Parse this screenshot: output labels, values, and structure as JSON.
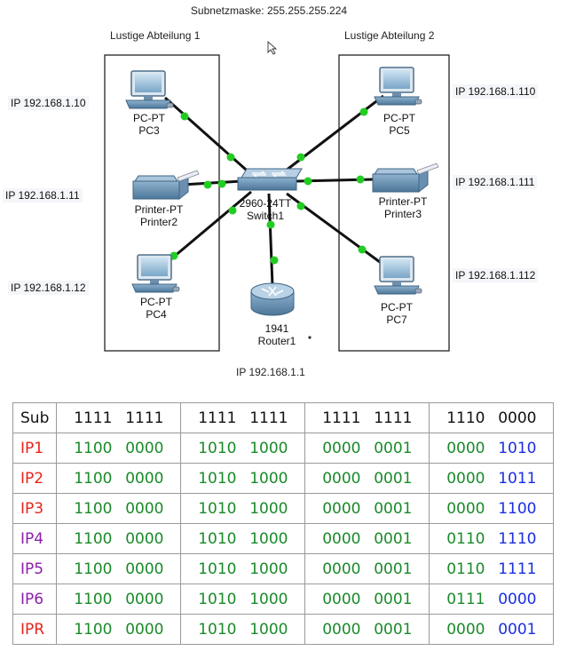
{
  "subnet_mask_label": "Subnetzmaske: 255.255.255.224",
  "departments": [
    {
      "title": "Lustige Abteilung 1"
    },
    {
      "title": "Lustige Abteilung 2"
    }
  ],
  "devices": {
    "pc3": {
      "type": "PC-PT",
      "name": "PC3",
      "ip": "IP 192.168.1.10"
    },
    "printer2": {
      "type": "Printer-PT",
      "name": "Printer2",
      "ip": "IP 192.168.1.11"
    },
    "pc4": {
      "type": "PC-PT",
      "name": "PC4",
      "ip": "IP 192.168.1.12"
    },
    "pc5": {
      "type": "PC-PT",
      "name": "PC5",
      "ip": "IP 192.168.1.110"
    },
    "printer3": {
      "type": "Printer-PT",
      "name": "Printer3",
      "ip": "IP 192.168.1.111"
    },
    "pc7": {
      "type": "PC-PT",
      "name": "PC7",
      "ip": "IP 192.168.1.112"
    },
    "switch1": {
      "type": "2960-24TT",
      "name": "Switch1"
    },
    "router1": {
      "type": "1941",
      "name": "Router1",
      "ip": "IP 192.168.1.1"
    }
  },
  "colors": {
    "link": "#111111",
    "port_up": "#22cc22",
    "red": "#e8231a",
    "purple": "#8b1fa8",
    "green": "#1a8a2a",
    "blue": "#1a2ee0",
    "black": "#111111"
  },
  "binary_table": {
    "rows": [
      {
        "name": "Sub",
        "name_color": "black",
        "octets": [
          [
            "1111",
            "1111"
          ],
          [
            "1111",
            "1111"
          ],
          [
            "1111",
            "1111"
          ],
          [
            "1110",
            "0000"
          ]
        ],
        "color": "black",
        "last_nibble_color": "black"
      },
      {
        "name": "IP1",
        "name_color": "red",
        "octets": [
          [
            "1100",
            "0000"
          ],
          [
            "1010",
            "1000"
          ],
          [
            "0000",
            "0001"
          ],
          [
            "0000",
            "1010"
          ]
        ],
        "color": "green",
        "last_nibble_color": "blue"
      },
      {
        "name": "IP2",
        "name_color": "red",
        "octets": [
          [
            "1100",
            "0000"
          ],
          [
            "1010",
            "1000"
          ],
          [
            "0000",
            "0001"
          ],
          [
            "0000",
            "1011"
          ]
        ],
        "color": "green",
        "last_nibble_color": "blue"
      },
      {
        "name": "IP3",
        "name_color": "red",
        "octets": [
          [
            "1100",
            "0000"
          ],
          [
            "1010",
            "1000"
          ],
          [
            "0000",
            "0001"
          ],
          [
            "0000",
            "1100"
          ]
        ],
        "color": "green",
        "last_nibble_color": "blue"
      },
      {
        "name": "IP4",
        "name_color": "purple",
        "octets": [
          [
            "1100",
            "0000"
          ],
          [
            "1010",
            "1000"
          ],
          [
            "0000",
            "0001"
          ],
          [
            "0110",
            "1110"
          ]
        ],
        "color": "green",
        "last_nibble_color": "blue"
      },
      {
        "name": "IP5",
        "name_color": "purple",
        "octets": [
          [
            "1100",
            "0000"
          ],
          [
            "1010",
            "1000"
          ],
          [
            "0000",
            "0001"
          ],
          [
            "0110",
            "1111"
          ]
        ],
        "color": "green",
        "last_nibble_color": "blue"
      },
      {
        "name": "IP6",
        "name_color": "purple",
        "octets": [
          [
            "1100",
            "0000"
          ],
          [
            "1010",
            "1000"
          ],
          [
            "0000",
            "0001"
          ],
          [
            "0111",
            "0000"
          ]
        ],
        "color": "green",
        "last_nibble_color": "blue"
      },
      {
        "name": "IPR",
        "name_color": "red",
        "octets": [
          [
            "1100",
            "0000"
          ],
          [
            "1010",
            "1000"
          ],
          [
            "0000",
            "0001"
          ],
          [
            "0000",
            "0001"
          ]
        ],
        "color": "green",
        "last_nibble_color": "blue"
      }
    ]
  }
}
